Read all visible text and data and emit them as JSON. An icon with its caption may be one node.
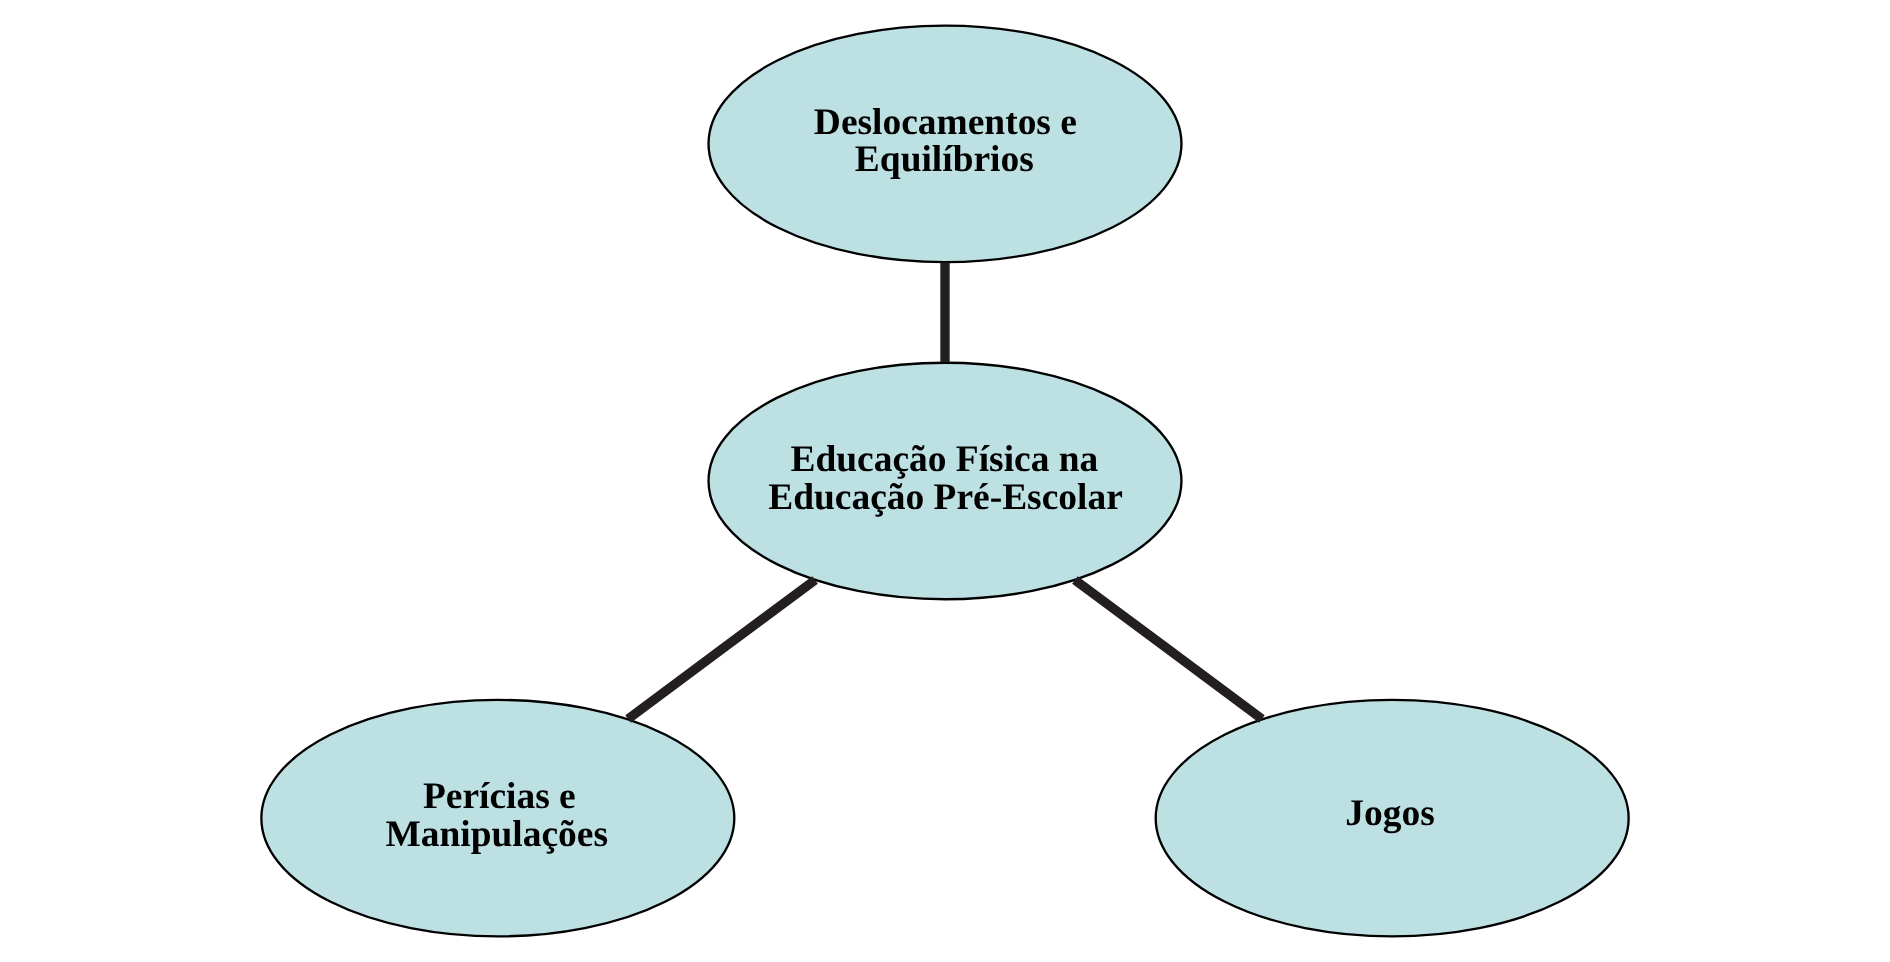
{
  "diagram": {
    "nodes": [
      {
        "text": [
          "Deslocamentos e Equilíbrios"
        ]
      },
      {
        "text": [
          "Educação Física na Educação Pré-Escolar"
        ]
      },
      {
        "text": [
          "Perícias e Manipulações"
        ]
      },
      {
        "text": [
          "Jogos"
        ]
      }
    ],
    "edges": [
      {
        "from": 0,
        "to": 1,
        "arrow": "none"
      },
      {
        "from": 1,
        "to": 2,
        "arrow": "none"
      },
      {
        "from": 1,
        "to": 3,
        "arrow": "none"
      }
    ]
  }
}
